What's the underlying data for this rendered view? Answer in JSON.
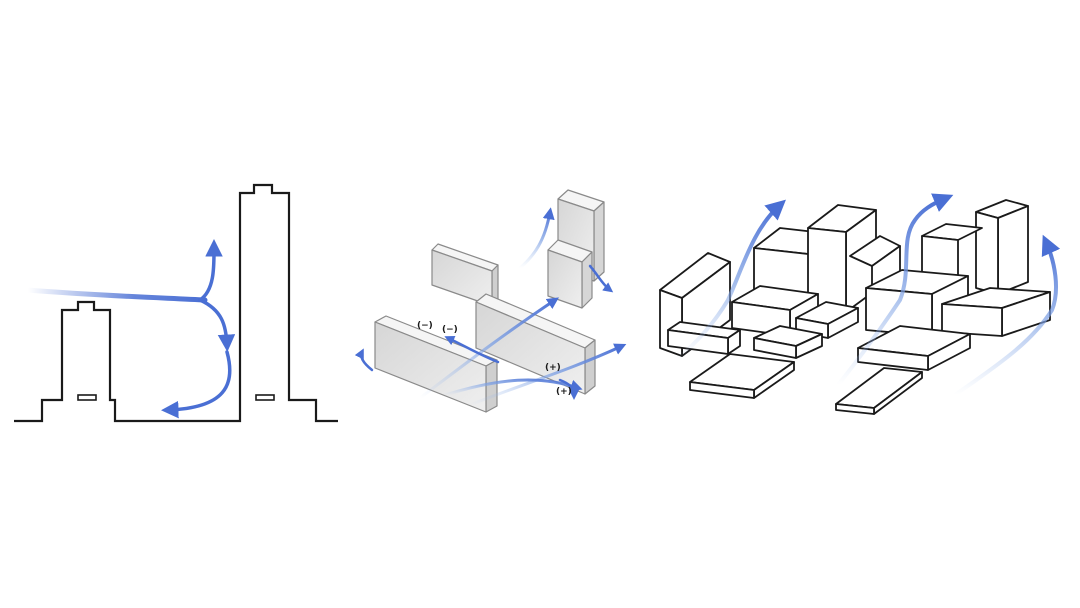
{
  "panels": [
    {
      "id": "high-rise-downwash"
    },
    {
      "id": "slab-blocks-pressure"
    },
    {
      "id": "urban-massing-airflow"
    }
  ],
  "labels": {
    "neg_1": "(−)",
    "neg_2": "(−)",
    "pos_1": "(+)",
    "pos_2": "(+)"
  },
  "colors": {
    "airflow": "#4a6fd4",
    "airflow_light": "#a9c4ee",
    "line": "#1a1a1a",
    "face_light": "#ffffff",
    "face_gray": "#e2e2e2",
    "face_mid": "#cfcfcf"
  }
}
